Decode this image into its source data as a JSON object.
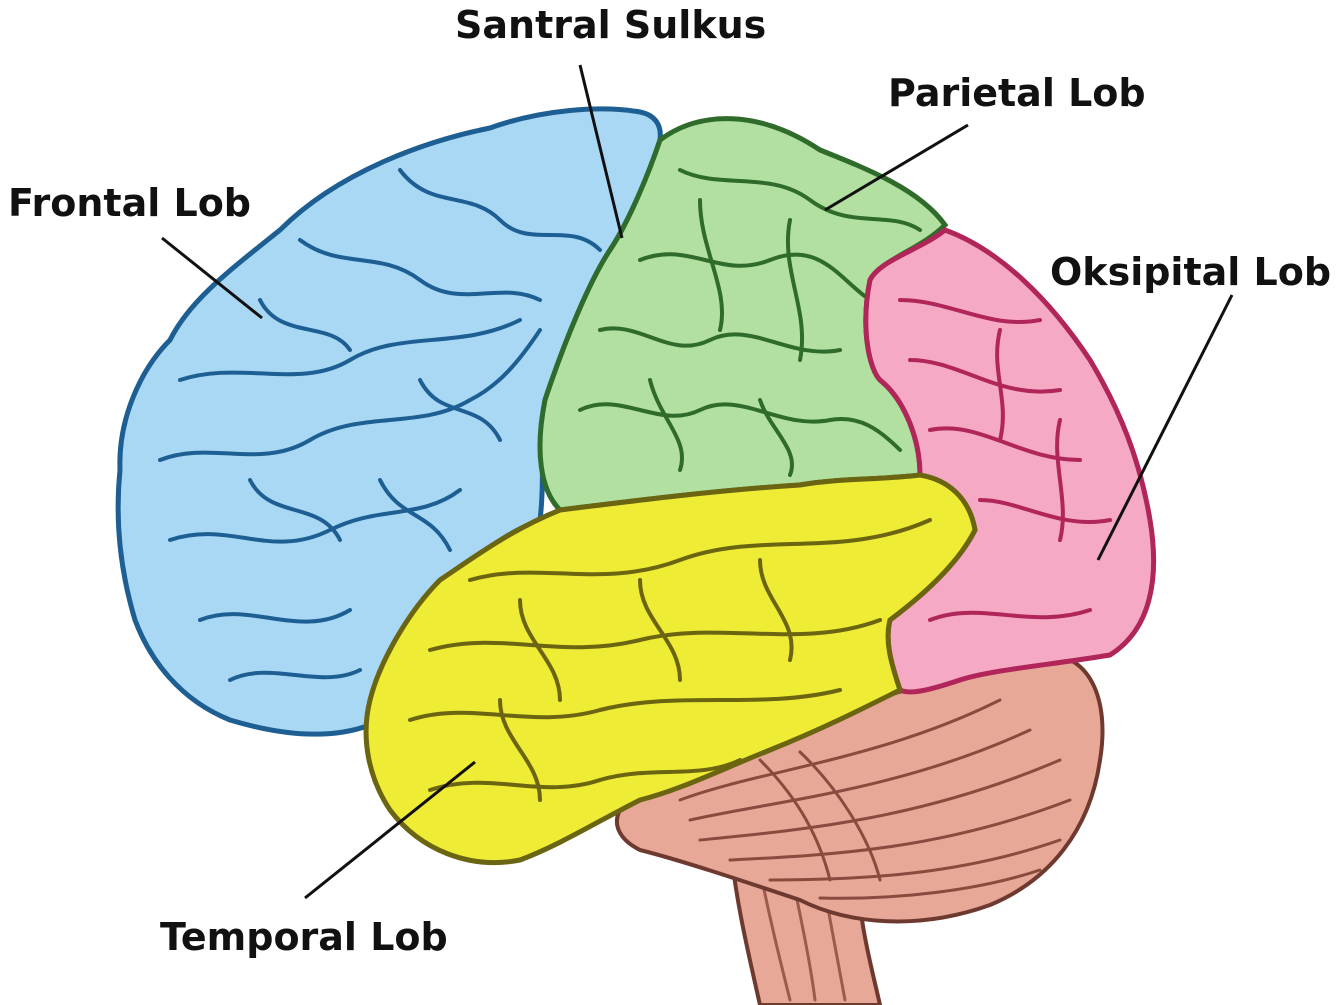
{
  "labels": {
    "central_sulcus": "Santral Sulkus",
    "parietal": "Parietal Lob",
    "frontal": "Frontal Lob",
    "occipital": "Oksipital Lob",
    "temporal": "Temporal Lob"
  },
  "colors": {
    "frontal": "#a9d8f5",
    "frontal_outline": "#1d5f93",
    "parietal": "#b2e0a0",
    "parietal_outline": "#2f6b2a",
    "occipital": "#f5a9c4",
    "occipital_outline": "#b0255a",
    "temporal": "#eeec35",
    "temporal_outline": "#6b6410",
    "cerebellum": "#e8a898",
    "cerebellum_outline": "#6e3a30",
    "text": "#111111"
  }
}
